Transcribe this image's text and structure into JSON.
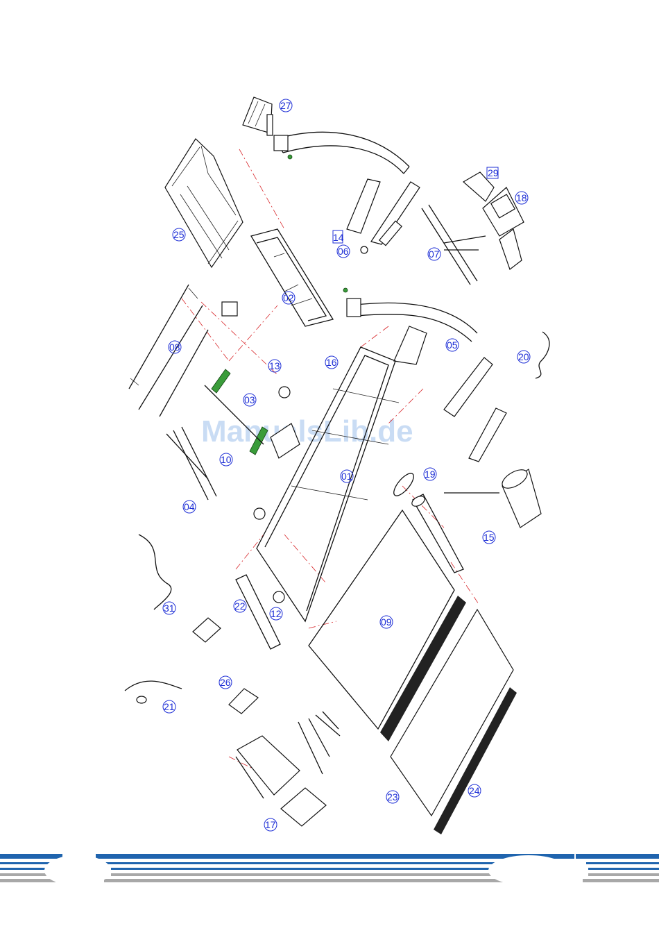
{
  "watermark": "ManualsLib.de",
  "colors": {
    "label_blue": "#1d2ed6",
    "leader_red": "#d8262a",
    "footer_blue": "#1f64ae",
    "footer_gray": "#a8a8a8"
  },
  "parts": {
    "p27": "27",
    "p25": "25",
    "p02": "02",
    "p14": "14",
    "p06": "06",
    "p29": "29",
    "p18": "18",
    "p07": "07",
    "p08": "08",
    "p13": "13",
    "p16": "16",
    "p05": "05",
    "p20": "20",
    "p03": "03",
    "p10": "10",
    "p01": "01",
    "p19": "19",
    "p04": "04",
    "p15": "15",
    "p31": "31",
    "p22": "22",
    "p12": "12",
    "p09": "09",
    "p26": "26",
    "p21": "21",
    "p23": "23",
    "p24": "24",
    "p17": "17"
  }
}
